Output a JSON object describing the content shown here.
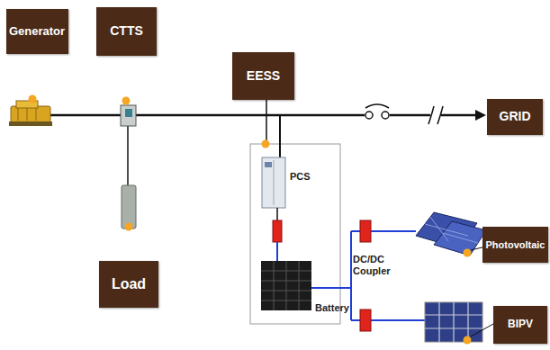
{
  "diagram": {
    "nodes": [
      {
        "text": [
          "Generator"
        ]
      },
      {
        "text": [
          "CTTS"
        ]
      },
      {
        "text": [
          "EESS"
        ]
      },
      {
        "text": [
          "GRID"
        ]
      },
      {
        "text": [
          "Load"
        ]
      },
      {
        "text": [
          "Photovoltaic"
        ]
      },
      {
        "text": [
          "BIPV"
        ]
      }
    ],
    "labels": [
      "PCS",
      "Battery",
      "DC/DC Coupler"
    ]
  }
}
